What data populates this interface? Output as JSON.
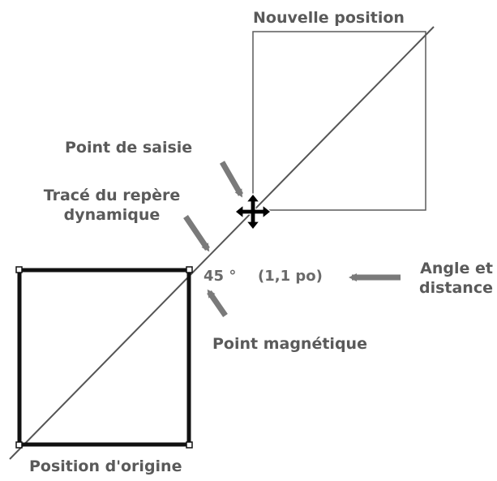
{
  "labels": {
    "new_position": "Nouvelle position",
    "grip_point": "Point de saisie",
    "tracking_line_1": "Tracé du repère",
    "tracking_line_2": "dynamique",
    "snap_point": "Point magnétique",
    "angle_distance_1": "Angle et",
    "angle_distance_2": "distance",
    "original_position": "Position d'origine"
  },
  "readout": {
    "angle": "45 °",
    "distance": "(1,1 po)"
  },
  "colors": {
    "arrow": "#7a7a7a",
    "text": "#5a5a5a",
    "line": "#555555",
    "shape": "#111111"
  },
  "icons": {
    "grip": "move-cursor-icon"
  }
}
